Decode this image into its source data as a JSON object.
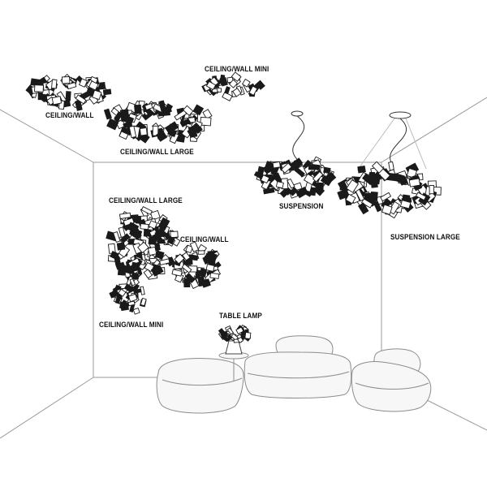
{
  "labels": {
    "ceiling_wall": "CEILING/WALL",
    "ceiling_wall_large_top": "CEILING/WALL LARGE",
    "ceiling_wall_mini_top": "CEILING/WALL MINI",
    "suspension": "SUSPENSION",
    "suspension_large": "SUSPENSION LARGE",
    "ceiling_wall_large_wall": "CEILING/WALL LARGE",
    "ceiling_wall_wall": "CEILING/WALL",
    "ceiling_wall_mini_wall": "CEILING/WALL MINI",
    "table_lamp": "TABLE LAMP"
  },
  "colors": {
    "line": "#9a9a9a",
    "ink": "#1a1a1a",
    "sofa_fill": "#f7f7f7",
    "sofa_stroke": "#8c8c8c"
  }
}
